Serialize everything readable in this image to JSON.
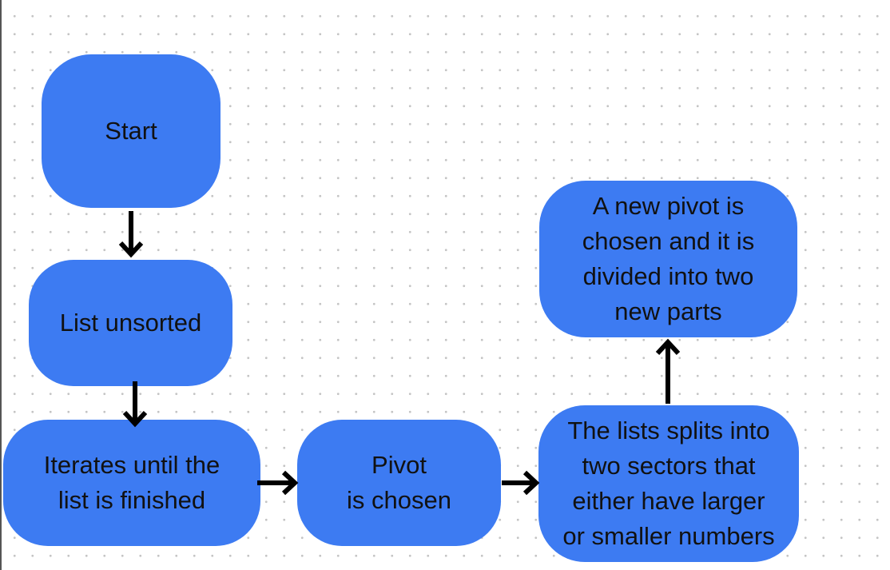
{
  "nodes": {
    "start": "Start",
    "list_unsorted": "List unsorted",
    "iterates": "Iterates until the\nlist is finished",
    "pivot": "Pivot\nis chosen",
    "split": "The lists splits into\ntwo sectors that\neither have larger\nor smaller numbers",
    "new_pivot": "A new pivot is\nchosen and it is\ndivided into two\nnew parts"
  },
  "colors": {
    "node_fill": "#3d7bf2",
    "arrow": "#000000",
    "text": "#111111"
  }
}
